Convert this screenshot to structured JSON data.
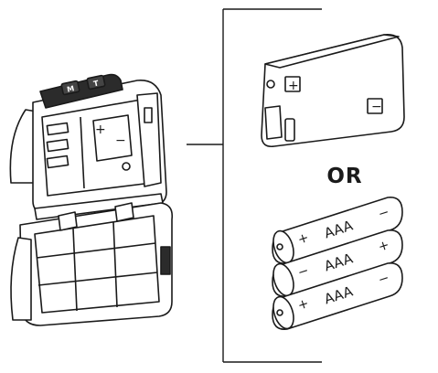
{
  "or_label": "OR",
  "headlamp": {
    "button_left_label": "M",
    "button_right_label": "T",
    "compartment_plus": "+",
    "compartment_minus": "−"
  },
  "rechargeable_pack": {
    "plus": "+",
    "minus": "−"
  },
  "batteries": [
    {
      "label": "AAA",
      "left_sign": "+",
      "right_sign": "−"
    },
    {
      "label": "AAA",
      "left_sign": "−",
      "right_sign": "+"
    },
    {
      "label": "AAA",
      "left_sign": "+",
      "right_sign": "−"
    }
  ],
  "colors": {
    "line": "#1a1a1a",
    "body_dark": "#2b2b2b",
    "fill_light": "#ffffff"
  }
}
